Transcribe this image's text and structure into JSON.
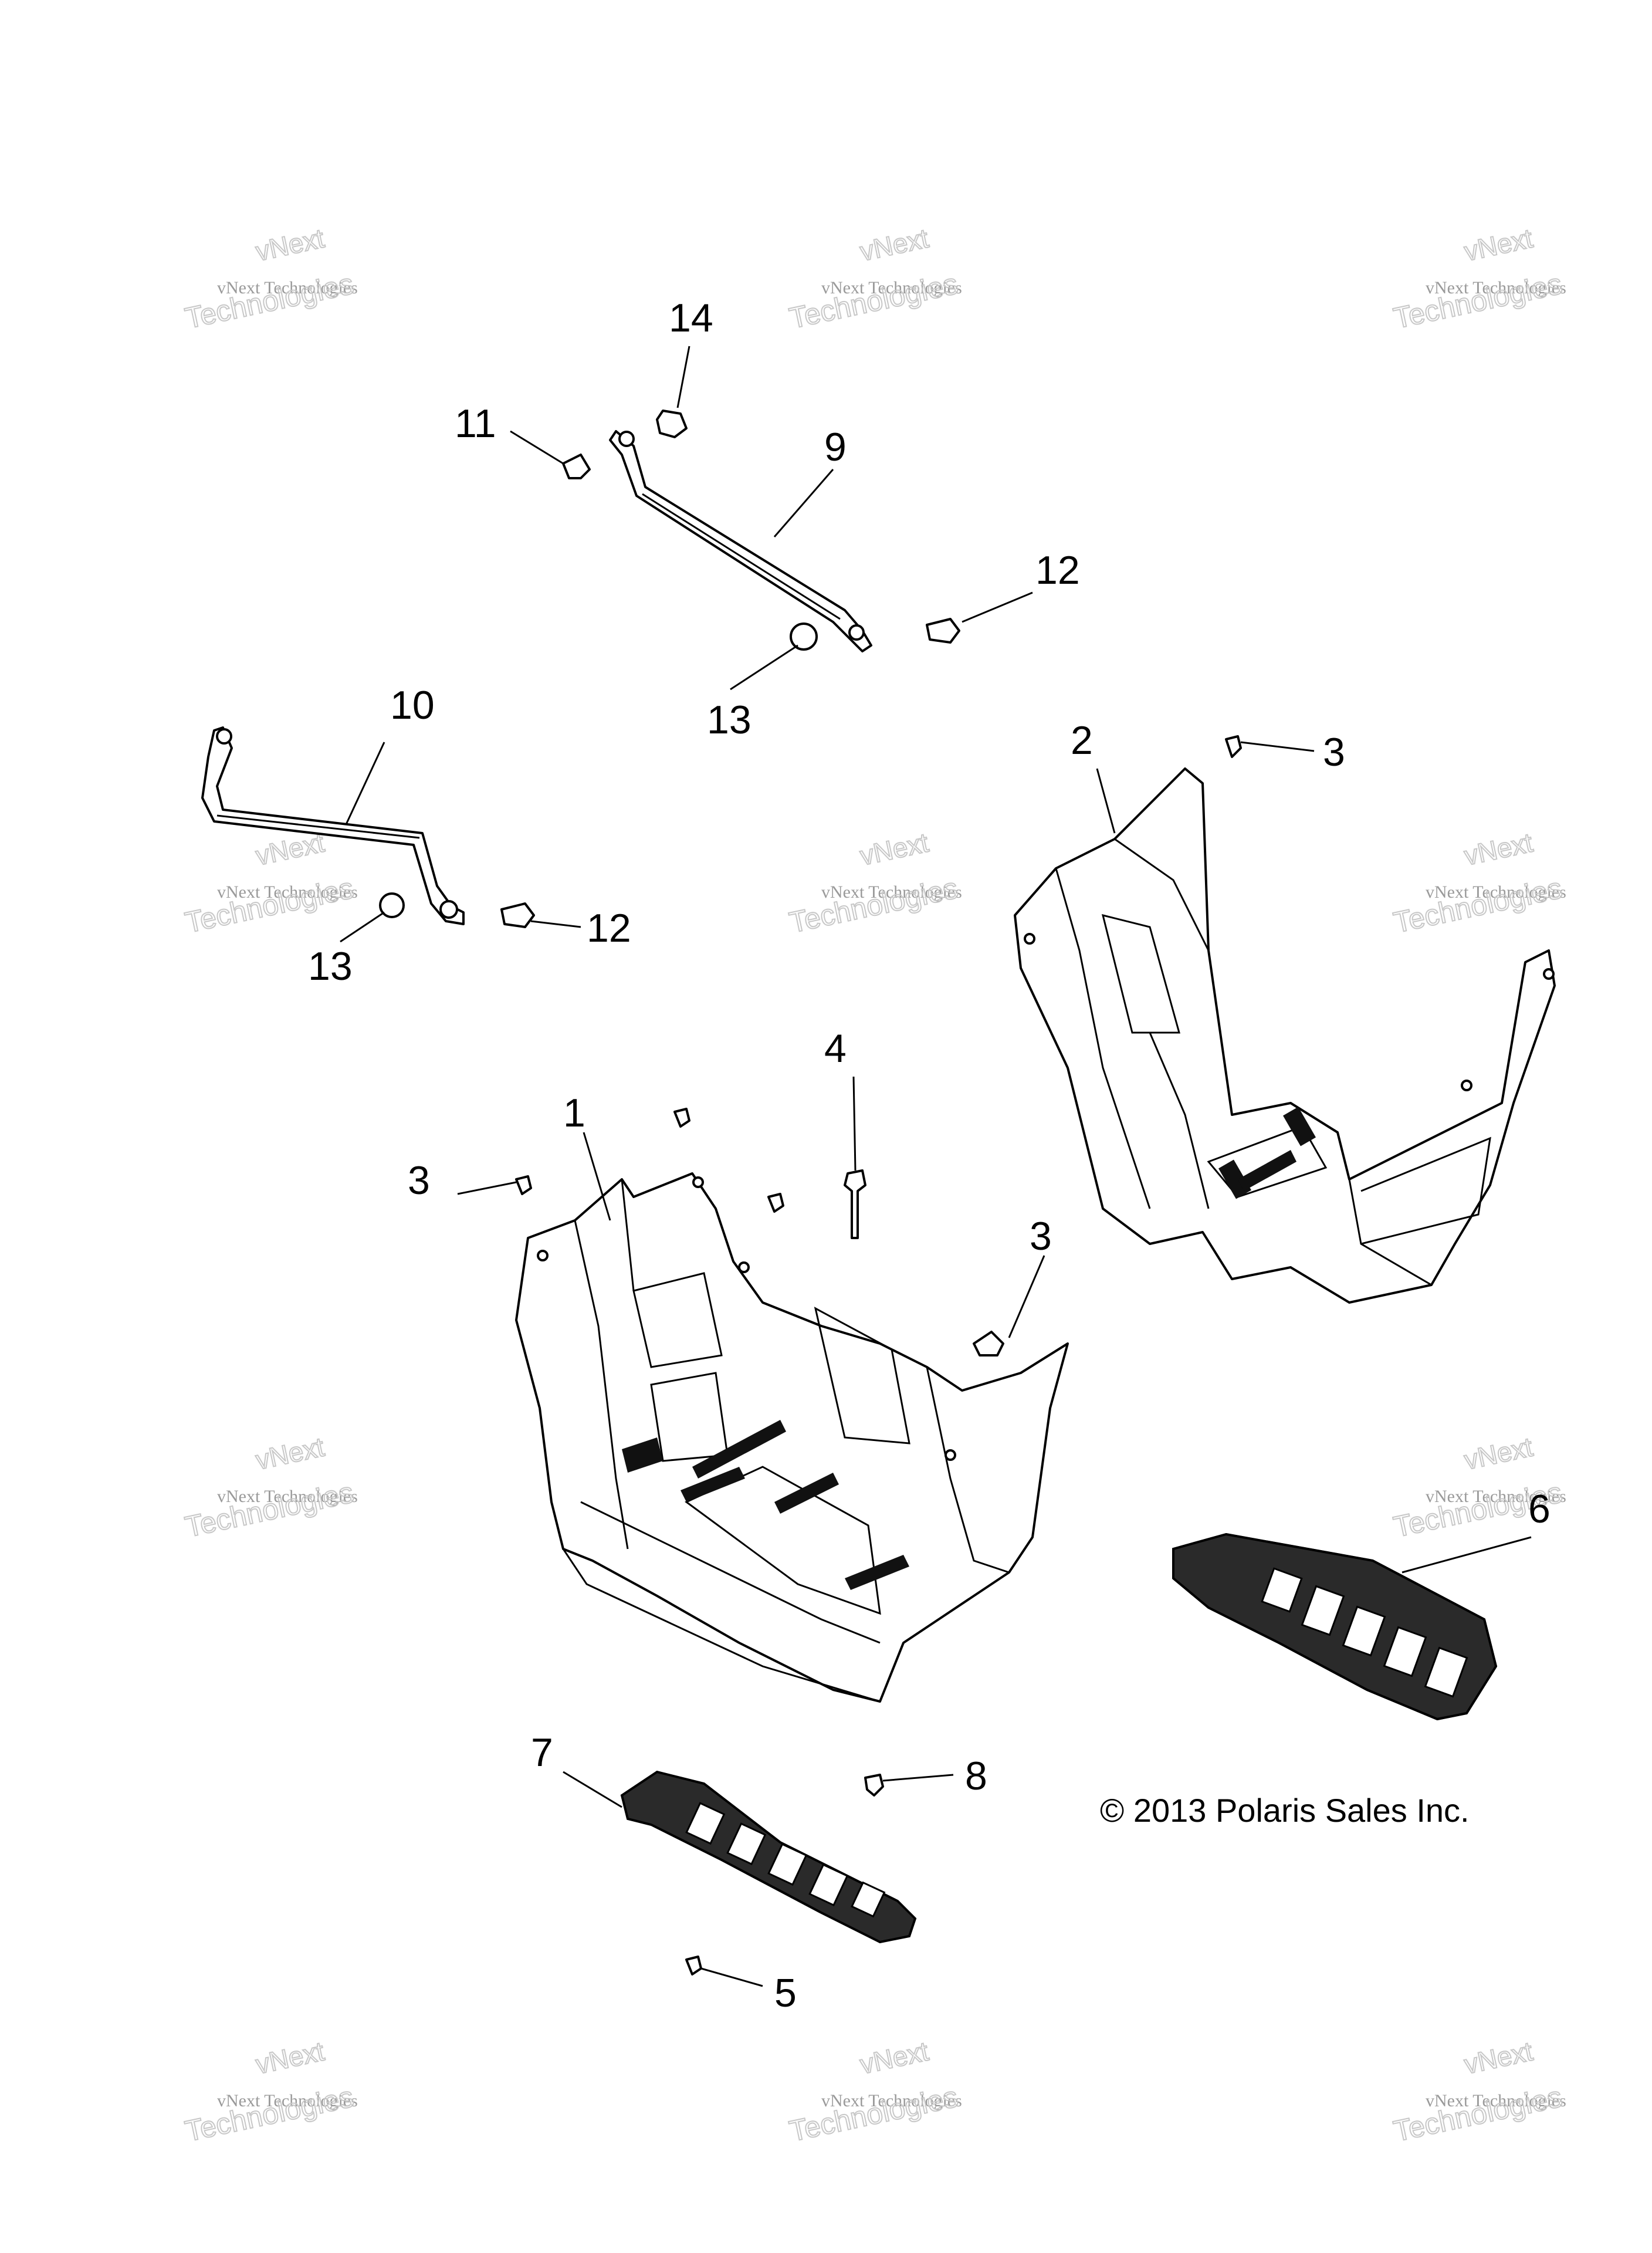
{
  "watermark": {
    "line1": "vNext Technologies",
    "line2": "Technologies",
    "top": "vNext"
  },
  "copyright": "© 2013 Polaris Sales Inc.",
  "callouts": {
    "c1": "1",
    "c2": "2",
    "c3a": "3",
    "c3b": "3",
    "c3c": "3",
    "c4": "4",
    "c5": "5",
    "c6": "6",
    "c7": "7",
    "c8": "8",
    "c9": "9",
    "c10": "10",
    "c11": "11",
    "c12a": "12",
    "c12b": "12",
    "c13a": "13",
    "c13b": "13",
    "c14": "14"
  }
}
